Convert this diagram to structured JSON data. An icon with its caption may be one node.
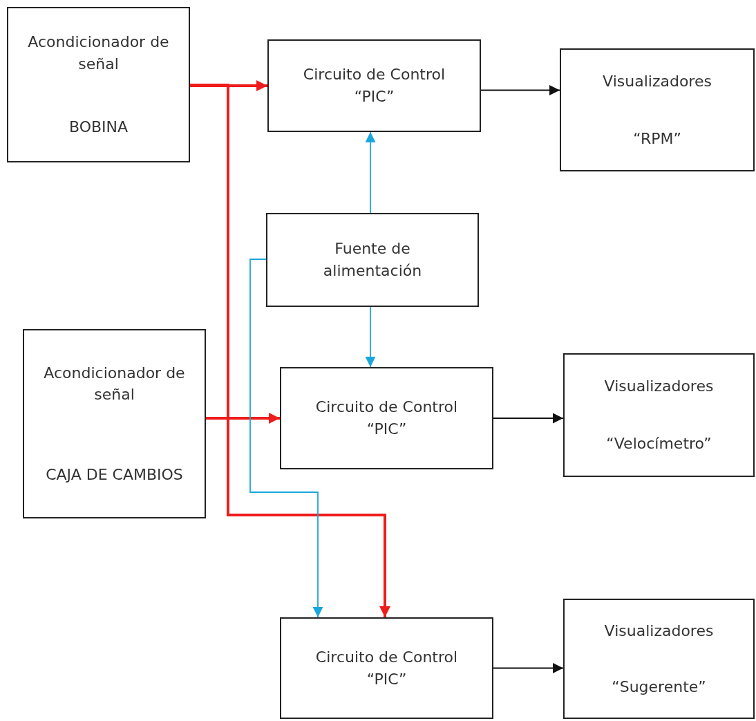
{
  "diagram": {
    "nodes": [
      {
        "text": [
          "Acondicionador de señal",
          "BOBINA"
        ]
      },
      {
        "text": [
          "Circuito de Control “PIC”"
        ]
      },
      {
        "text": [
          "Visualizadores",
          "“RPM”"
        ]
      },
      {
        "text": [
          "Fuente de alimentación"
        ]
      },
      {
        "text": [
          "Acondicionador de señal",
          "CAJA DE CAMBIOS"
        ]
      },
      {
        "text": [
          "Circuito de Control “PIC”"
        ]
      },
      {
        "text": [
          "Visualizadores",
          "“Velocímetro”"
        ]
      },
      {
        "text": [
          "Circuito de Control “PIC”"
        ]
      },
      {
        "text": [
          "Visualizadores",
          "“Sugerente”"
        ]
      }
    ],
    "edges": [
      {
        "from": 0,
        "to": 1,
        "arrow": "to",
        "style": "thick",
        "color": "#ee1c1c"
      },
      {
        "from": 0,
        "to": 7,
        "arrow": "to",
        "style": "thick",
        "color": "#ee1c1c"
      },
      {
        "from": 4,
        "to": 5,
        "arrow": "to",
        "style": "thick",
        "color": "#ee1c1c"
      },
      {
        "from": 1,
        "to": 2,
        "arrow": "to",
        "color": "#111111"
      },
      {
        "from": 3,
        "to": 1,
        "arrow": "to",
        "color": "#1aa7dc"
      },
      {
        "from": 3,
        "to": 5,
        "arrow": "to",
        "color": "#1aa7dc"
      },
      {
        "from": 3,
        "to": 7,
        "arrow": "to",
        "color": "#1aa7dc"
      },
      {
        "from": 5,
        "to": 6,
        "arrow": "to",
        "color": "#111111"
      },
      {
        "from": 7,
        "to": 8,
        "arrow": "to",
        "color": "#111111"
      }
    ]
  }
}
